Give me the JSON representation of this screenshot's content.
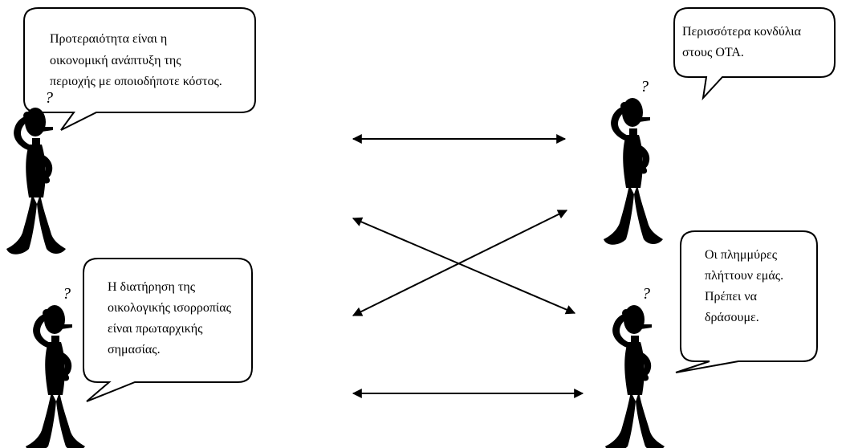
{
  "bubbles": {
    "top_left": [
      "Προτεραιότητα είναι η",
      "οικονομική ανάπτυξη της",
      "περιοχής με οποιοδήποτε κόστος."
    ],
    "top_right": [
      "Περισσότερα κονδύλια",
      "στους ΟΤΑ."
    ],
    "bottom_left": [
      "Η διατήρηση της",
      "οικολογικής ισορροπίας",
      "είναι πρωταρχικής",
      "σημασίας."
    ],
    "bottom_right": [
      "Οι πλημμύρες",
      "πλήττουν εμάς.",
      "Πρέπει να",
      "δράσουμε."
    ]
  },
  "figure_question_mark": "?",
  "colors": {
    "ink": "#000000",
    "paper": "#ffffff"
  },
  "icons": [
    "thinking-figure-icon",
    "double-arrow"
  ]
}
